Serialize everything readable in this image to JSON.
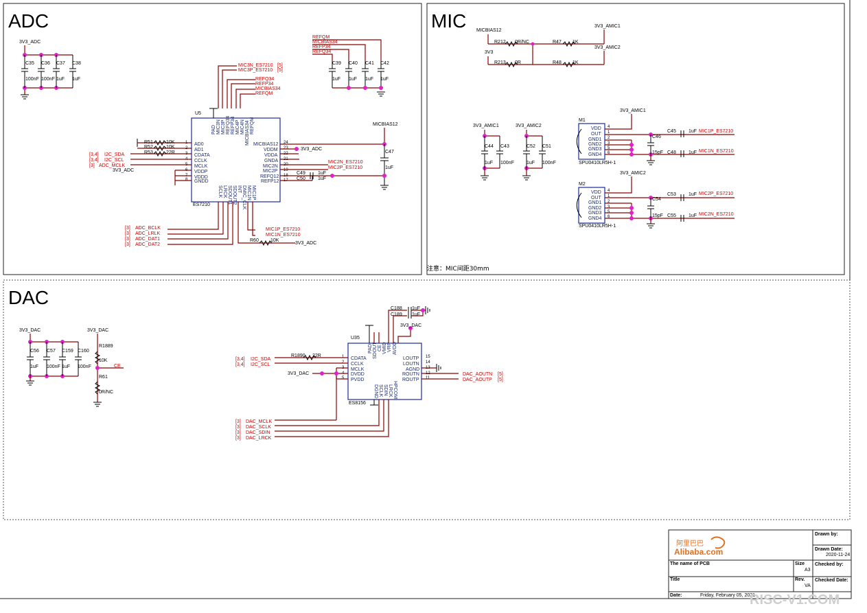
{
  "sections": {
    "adc": "ADC",
    "mic": "MIC",
    "dac": "DAC"
  },
  "adc": {
    "power": "3V3_ADC",
    "caps": [
      "C35",
      "C36",
      "C37",
      "C38"
    ],
    "cap_vals": [
      "100nF",
      "100nF",
      "1uF",
      "1uF"
    ],
    "ref_labels": [
      "REFQM",
      "MICBIAS34",
      "REFP34",
      "REFQ34"
    ],
    "ref_caps": [
      "C39",
      "C40",
      "C41",
      "C42"
    ],
    "ref_vals": [
      "1uF",
      "1uF",
      "1uF",
      "1uF"
    ],
    "top_nets": [
      "MIC3N_ES7210",
      "MIC3P_ES7210",
      "REFQ34",
      "REFP34",
      "MICBIAS34",
      "REFQM"
    ],
    "top_refs": [
      "[5]",
      "[5]"
    ],
    "chip_ref": "U5",
    "chip_part": "ES7210",
    "left_pins": [
      "AD0",
      "AD1",
      "CDATA",
      "CCLK",
      "MCLK",
      "VDDP",
      "VDDD",
      "GNDD"
    ],
    "left_nums": [
      "1",
      "2",
      "3",
      "4",
      "5",
      "6",
      "7",
      "8"
    ],
    "right_pins": [
      "MICBIAS12",
      "VDDM",
      "VDDA",
      "GNDA",
      "MIC2N",
      "MIC2P",
      "REFQ12",
      "REFP12"
    ],
    "right_nums": [
      "24",
      "23",
      "22",
      "21",
      "20",
      "19",
      "18",
      "17"
    ],
    "top_pins": [
      "PAD",
      "MIC3N",
      "MIC3P",
      "REFQ34",
      "REFP34",
      "MIC4P",
      "MIC4N",
      "MICBIAS34",
      "REFQM"
    ],
    "bottom_pins": [
      "SCLK",
      "LRCK",
      "SDOUT1",
      "SDOUT2",
      "INT",
      "DMIC_CLK",
      "MIC1N",
      "MIC1P"
    ],
    "resistors": [
      "R51",
      "R52",
      "R53"
    ],
    "res_vals": [
      "10K",
      "10K",
      "22R"
    ],
    "left_nets": [
      "I2C_SDA",
      "I2C_SCL",
      "ADC_MCLK"
    ],
    "left_refs": [
      "[3,4]",
      "[3,4]",
      "[3]"
    ],
    "micbias": "MICBIAS12",
    "vdd_net": "3V3_ADC",
    "mic2_nets": [
      "MIC2N_ES7210",
      "MIC2P_ES7210"
    ],
    "c47": "C47",
    "c47_val": "1uF",
    "c49": "C49",
    "c50": "C50",
    "c49_val": "1uF",
    "c50_val": "1uF",
    "bottom_nets": [
      "ADC_BCLK",
      "ADC_LRLK",
      "ADC_DAT1",
      "ADC_DAT2"
    ],
    "bottom_refs": [
      "[3]",
      "[3]",
      "[3]",
      "[3]"
    ],
    "mic1_nets": [
      "MIC1P_ES7210",
      "MIC1N_ES7210"
    ],
    "r60": "R60",
    "r60_val": "10K",
    "r60_net": "3V3_ADC"
  },
  "mic": {
    "micbias": "MICBIAS12",
    "r212": "R212",
    "r212_val": "0R/NC",
    "r213": "R213",
    "r213_val": "0R",
    "r47": "R47",
    "r47_val": "1K",
    "r48": "R48",
    "r48_val": "1K",
    "v3v3": "3V3",
    "amic1": "3V3_AMIC1",
    "amic2": "3V3_AMIC2",
    "caps_left": [
      "C44",
      "C43"
    ],
    "caps_left_vals": [
      "1uF",
      "100nF"
    ],
    "caps_right": [
      "C52",
      "C51"
    ],
    "caps_right_vals": [
      "1uF",
      "100nF"
    ],
    "m1": "M1",
    "m2": "M2",
    "mic_pins": [
      "VDD",
      "OUT",
      "GND1",
      "GND2",
      "GND3",
      "GND4"
    ],
    "mic_nums": [
      "4",
      "1",
      "2",
      "3",
      "5",
      "6"
    ],
    "mic_part": "SPU0410LR5H-1",
    "c45": "C45",
    "c46": "C46",
    "c48": "C48",
    "c53": "C53",
    "c54": "C54",
    "c55": "C55",
    "coup_val": "1uF",
    "small_cap": "15pF",
    "out_nets": [
      "MIC1P_ES7210",
      "MIC1N_ES7210",
      "MIC2P_ES7210",
      "MIC2N_ES7210"
    ],
    "note": "注意：MIC间距30mm"
  },
  "dac": {
    "power": "3V3_DAC",
    "caps": [
      "C56",
      "C57",
      "C159",
      "C160"
    ],
    "cap_vals": [
      "1uF",
      "100nF",
      "1uF",
      "100nF"
    ],
    "r1889": "R1889",
    "r1889_val": "10K",
    "r61": "R61",
    "r61_val": "0R/NC",
    "ce": "CE",
    "c188": "C188",
    "c189": "C189",
    "c188_val": "1uF",
    "c189_val": "1uF",
    "chip_ref": "U35",
    "chip_part": "ES8156",
    "left_pins": [
      "CDATA",
      "CCLK",
      "MCLK",
      "DVDD",
      "PVDD"
    ],
    "left_nums": [
      "1",
      "2",
      "3",
      "4",
      "5"
    ],
    "right_pins": [
      "LOUTP",
      "LOUTN",
      "AGND",
      "ROUTN",
      "ROUTP"
    ],
    "right_nums": [
      "15",
      "14",
      "13",
      "12",
      "11"
    ],
    "top_pins": [
      "PAD",
      "SDOUT",
      "CE",
      "VMID",
      "VRP",
      "AVDD"
    ],
    "bottom_pins": [
      "DGND",
      "SCLK",
      "SDIN",
      "LRCK",
      "HPCOM"
    ],
    "r1890": "R1890",
    "r1890_val": "22R",
    "left_nets": [
      "I2C_SDA",
      "I2C_SCL"
    ],
    "left_refs": [
      "[3,4]",
      "[3,4]"
    ],
    "vdd_net": "3V3_DAC",
    "out_nets": [
      "DAC_AOUTN",
      "DAC_AOUTP"
    ],
    "out_refs": [
      "[5]",
      "[5]"
    ],
    "bottom_nets": [
      "DAC_MCLK",
      "DAC_SCLK",
      "DAC_SDIN",
      "DAC_LRCK"
    ],
    "bottom_refs": [
      "[3]",
      "[3]",
      "[3]",
      "[3]"
    ]
  },
  "titleblock": {
    "logo_cn": "阿里巴巴",
    "logo_en": "Alibaba.com",
    "drawn_by": "Drawn by:",
    "drawn_date": "Drawn Date:",
    "date_val": "2020-11-24",
    "checked_by": "Checked by:",
    "checked_date": "Checked Date:",
    "pcb_name": "The name of PCB",
    "size": "Size",
    "size_val": "A3",
    "title": "Title",
    "rev": "Rev.",
    "rev_val": "VA",
    "date": "Date:",
    "date_full": "Friday, February 05, 2021"
  },
  "watermark": "RISC-V1.COM"
}
